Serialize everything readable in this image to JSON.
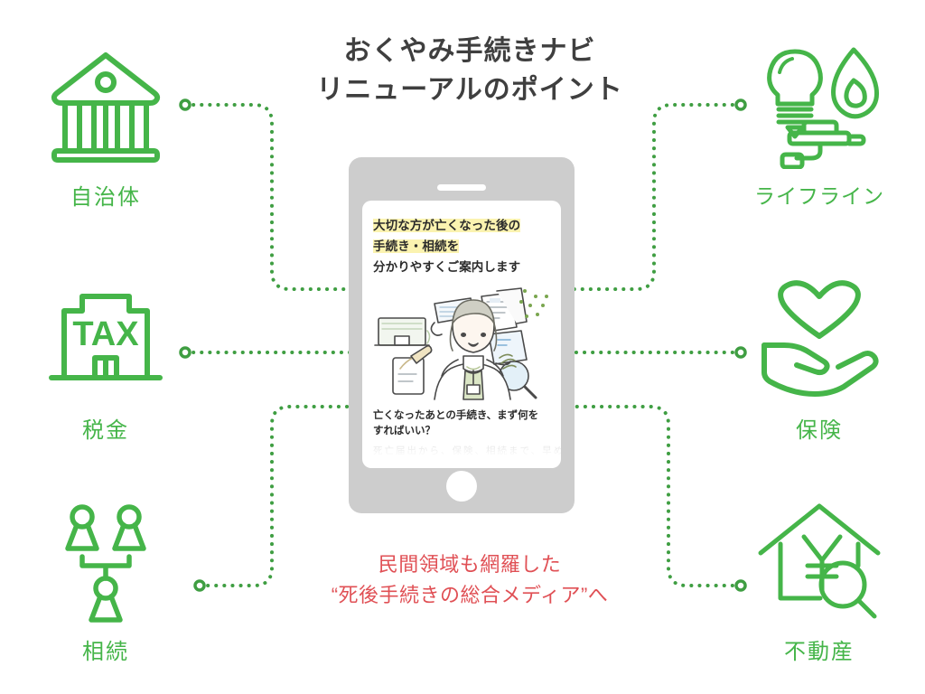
{
  "title": {
    "line1": "おくやみ手続きナビ",
    "line2": "リニューアルのポイント"
  },
  "caption": {
    "line1": "民間領域も網羅した",
    "line2": "“死後手続きの総合メディア”へ"
  },
  "colors": {
    "green": "#45b549",
    "green_dark": "#3f9e42",
    "red": "#e05055",
    "title_gray": "#3f3f3f",
    "phone_body": "#cdcdcd",
    "highlight_yellow": "#fbf3b0"
  },
  "categories": [
    {
      "id": "jichitai",
      "label": "自治体",
      "icon": "government-building-icon",
      "side": "left"
    },
    {
      "id": "zeikin",
      "label": "税金",
      "icon": "tax-building-icon",
      "side": "left",
      "icon_text": "TAX"
    },
    {
      "id": "souzoku",
      "label": "相続",
      "icon": "family-tree-icon",
      "side": "left"
    },
    {
      "id": "lifeline",
      "label": "ライフライン",
      "icon": "utilities-icon",
      "side": "right"
    },
    {
      "id": "hoken",
      "label": "保険",
      "icon": "heart-in-hand-icon",
      "side": "right"
    },
    {
      "id": "fudousan",
      "label": "不動産",
      "icon": "house-yen-search-icon",
      "side": "right"
    }
  ],
  "phone": {
    "screen": {
      "headline": {
        "line1": "大切な方が亡くなった後の",
        "line2": "手続き・相続を",
        "line3": "分かりやすくご案内します"
      },
      "subhead": {
        "line1": "亡くなったあとの手続き、まず何を",
        "line2": "すればいい？"
      },
      "faded_line": "死亡届出から、保険、相続まで、早めいの"
    }
  }
}
